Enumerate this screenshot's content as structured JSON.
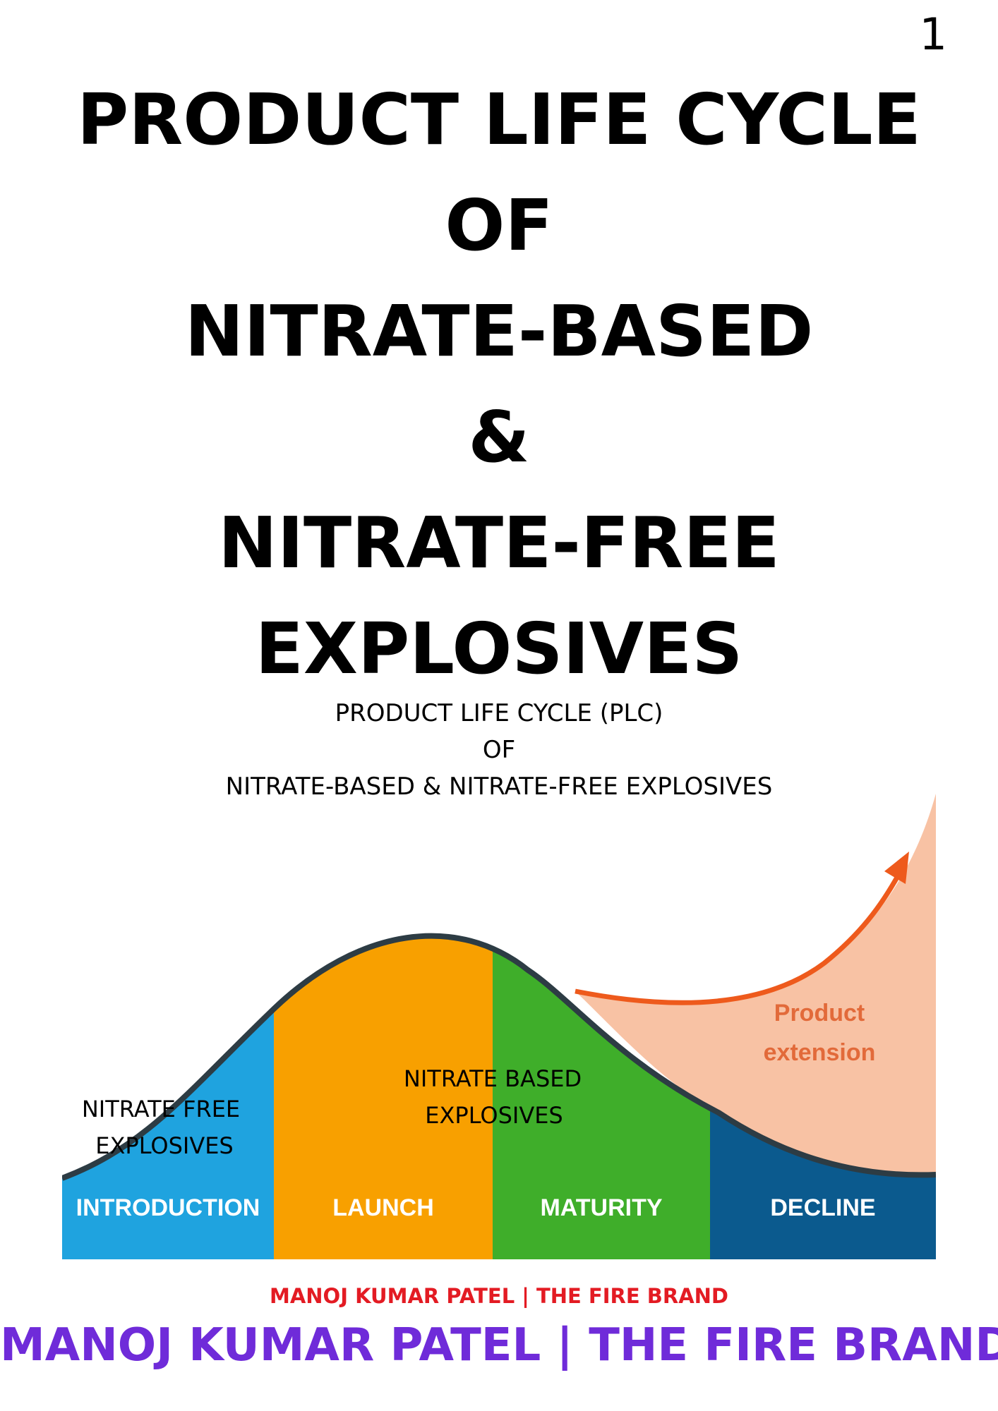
{
  "page": {
    "number": "1"
  },
  "title": {
    "line1": "PRODUCT LIFE CYCLE",
    "line2": "OF",
    "line3": "NITRATE-BASED",
    "line4": "&",
    "line5": "NITRATE-FREE",
    "line6": "EXPLOSIVES"
  },
  "figure": {
    "heading_line1": "PRODUCT LIFE CYCLE (PLC)",
    "heading_line2": "OF",
    "heading_line3": "NITRATE-BASED & NITRATE-FREE EXPLOSIVES",
    "stages": [
      {
        "label": "INTRODUCTION",
        "color": "#1fa3df"
      },
      {
        "label": "LAUNCH",
        "color": "#f8a000"
      },
      {
        "label": "MATURITY",
        "color": "#3fae2a"
      },
      {
        "label": "DECLINE",
        "color": "#0b5a8e"
      }
    ],
    "annotation_free_line1": "NITRATE FREE",
    "annotation_free_line2": "EXPLOSIVES",
    "annotation_based_line1": "NITRATE BASED",
    "annotation_based_line2": "EXPLOSIVES",
    "extension_line1": "Product",
    "extension_line2": "extension",
    "colors": {
      "extension_fill": "#f8c2a4",
      "extension_arrow": "#ee5a1c",
      "extension_text": "#e26a3a",
      "curve_outline": "#2d3c44"
    },
    "credit": "MANOJ KUMAR PATEL | THE FIRE BRAND"
  },
  "footer": {
    "credit": "MANOJ KUMAR PATEL | THE FIRE BRAND"
  }
}
